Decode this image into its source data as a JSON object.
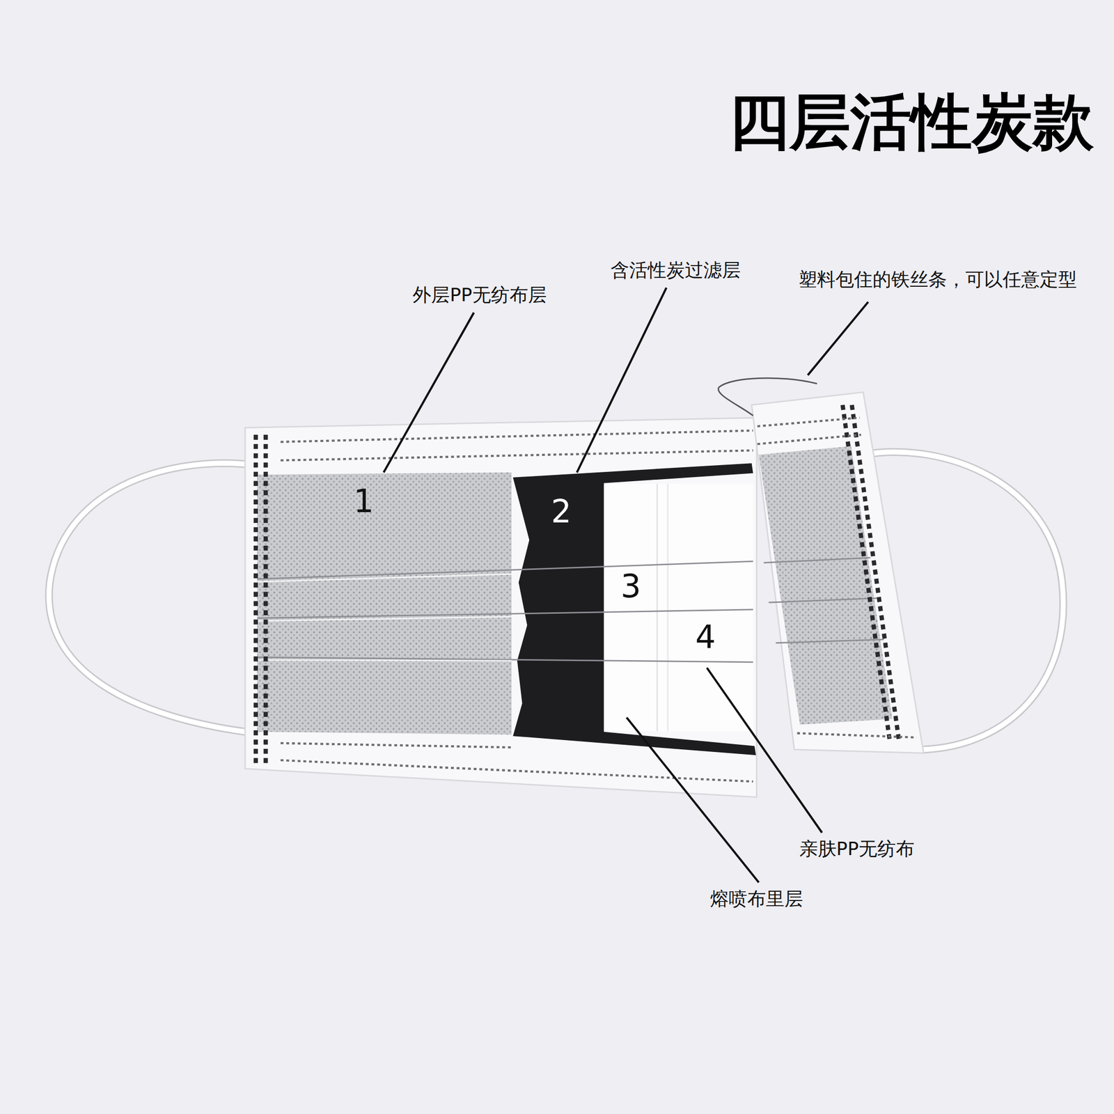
{
  "diagram": {
    "title": "四层活性炭款",
    "labels": [
      "含活性炭过滤层",
      "塑料包住的铁丝条，可以任意定型",
      "外层PP无纺布层",
      "1",
      "2",
      "3",
      "4",
      "亲肤PP无纺布",
      "熔喷布里层"
    ]
  }
}
